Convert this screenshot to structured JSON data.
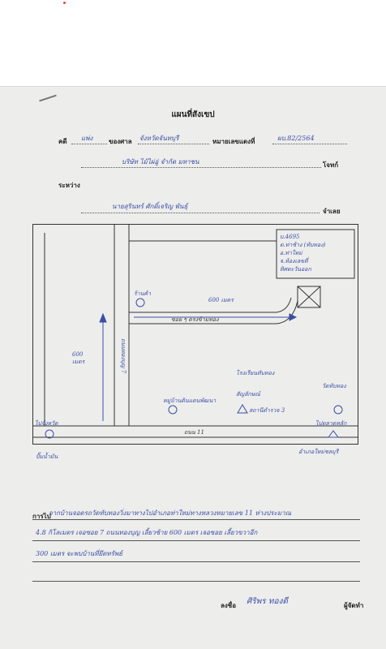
{
  "header": {
    "title": "แผนที่สังเขป"
  },
  "case": {
    "label_case": "คดี",
    "case_type": "แพ่ง",
    "label_court": "ของศาล",
    "court": "จังหวัดจันทบุรี",
    "label_number": "หมายเลขแดงที่",
    "number": "ผบ.82/2564",
    "plaintiff": "บริษัท ไม้ไผ่อู่ จำกัด มหาชน",
    "label_plaintiff": "โจทก์",
    "label_between": "ระหว่าง",
    "defendant": "นายสุรินทร์ ศักดิ์เจริญ พันธุ์",
    "label_defendant": "จำเลย"
  },
  "map": {
    "address_box": [
      "บ.4695",
      "ต.ท่าช้าง (ทับทอง)",
      "อ.ท่าใหม่",
      "จ.ห้องเลขที่",
      "ทิศตะวันออก"
    ],
    "distance_top": "600 เมตร",
    "landmark_shop": "ร้านค้า",
    "soi_label": "ซอย ๆ ตรงข้ามทอง",
    "distance_left": "600 เมตร",
    "road_vertical": "ถนนทองบุญ 7",
    "landmark_school": "โรงเรียนทับทอง",
    "landmark_village": "หมู่บ้านดินแดนพัฒนา",
    "landmark_mark": "สัญลักษณ์",
    "landmark_station": "สถานีตำรวจ 3",
    "landmark_temple": "วัดทับทอง",
    "main_road": "ถนน 11",
    "left_junction": "ไปจังหวัด",
    "right_junction": "ไปตลาดหลัก",
    "bottom_left_place": "ปั๊มน้ำมัน",
    "bottom_right_place": "อำเภอใหม่ชลบุรี"
  },
  "route": {
    "label": "การไป",
    "lines": [
      "จากบ้านจอดรถวัดทับทองวิ่งมาทางไปอำเภอท่าใหม่ทางหลวงหมายเลข 11 ห่างประมาณ",
      "4.8 กิโลเมตร เจอซอย 7 ถนนทองบุญ เลี้ยวซ้าย 600 เมตร เจอซอย เลี้ยวขวาอีก",
      "300 เมตร จะพบบ้านที่ยึดทรัพย์"
    ]
  },
  "signature": {
    "label": "ลงชื่อ",
    "name": "ศิริพร ทองดี",
    "role": "ผู้จัดทำ"
  }
}
